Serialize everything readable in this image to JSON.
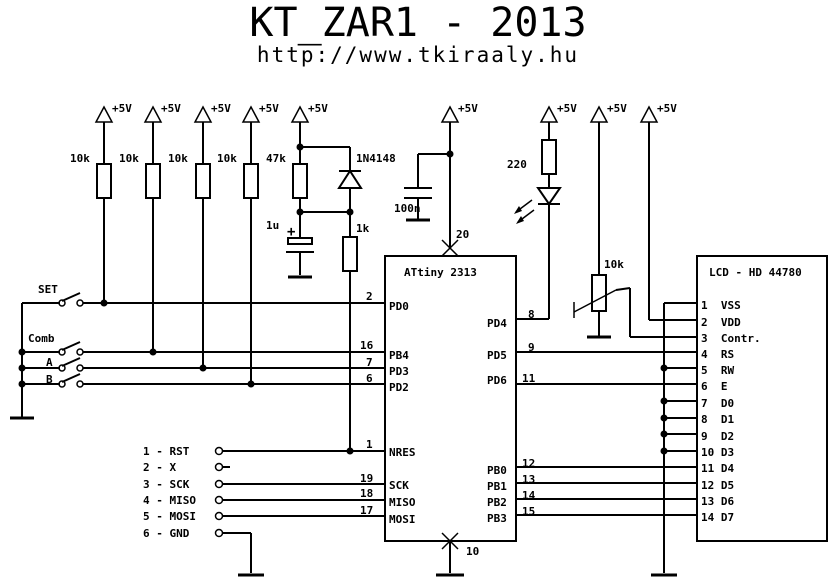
{
  "title": "KT_ZAR1 - 2013",
  "url": "http://www.tkiraaly.hu",
  "supply_label": "+5V",
  "resistors": {
    "r_set": "10k",
    "r_comb": "10k",
    "r_a": "10k",
    "r_b": "10k",
    "r_reset": "47k",
    "r_reset2": "1k",
    "r_led": "220",
    "pot": "10k"
  },
  "diode": "1N4148",
  "cap_reset": "1u",
  "cap_plus": "+",
  "cap_decoupling": "100n",
  "switches": {
    "set": "SET",
    "comb": "Comb",
    "a": "A",
    "b": "B"
  },
  "mcu": {
    "name": "ATtiny 2313",
    "vcc_pin": "20",
    "gnd_pin": "10",
    "pins": [
      {
        "num": "2",
        "name": "PD0"
      },
      {
        "num": "16",
        "name": "PB4"
      },
      {
        "num": "7",
        "name": "PD3"
      },
      {
        "num": "6",
        "name": "PD2"
      },
      {
        "num": "1",
        "name": "NRES"
      },
      {
        "num": "19",
        "name": "SCK"
      },
      {
        "num": "18",
        "name": "MISO"
      },
      {
        "num": "17",
        "name": "MOSI"
      },
      {
        "num": "8",
        "name": "PD4"
      },
      {
        "num": "9",
        "name": "PD5"
      },
      {
        "num": "11",
        "name": "PD6"
      },
      {
        "num": "12",
        "name": "PB0"
      },
      {
        "num": "13",
        "name": "PB1"
      },
      {
        "num": "14",
        "name": "PB2"
      },
      {
        "num": "15",
        "name": "PB3"
      }
    ]
  },
  "isp": [
    "1 - RST",
    "2 - X",
    "3 - SCK",
    "4 - MISO",
    "5 - MOSI",
    "6 - GND"
  ],
  "lcd": {
    "name": "LCD - HD 44780",
    "pins": [
      "1  VSS",
      "2  VDD",
      "3  Contr.",
      "4  RS",
      "5  RW",
      "6  E",
      "7  D0",
      "8  D1",
      "9  D2",
      "10 D3",
      "11 D4",
      "12 D5",
      "13 D6",
      "14 D7"
    ]
  }
}
